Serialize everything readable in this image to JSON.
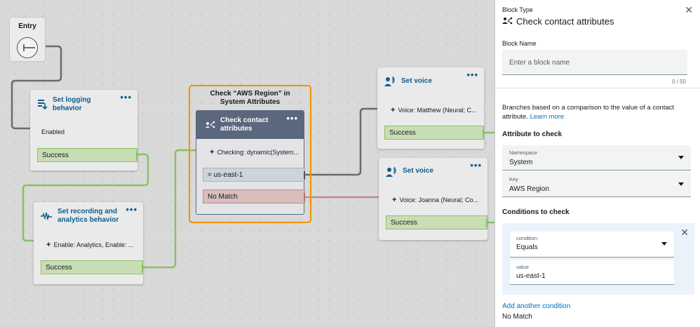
{
  "canvas": {
    "entry": {
      "label": "Entry"
    },
    "logging_block": {
      "title_line1": "Set logging",
      "title_line2": "behavior",
      "detail": "Enabled",
      "branch": "Success"
    },
    "recording_block": {
      "title_line1": "Set recording and",
      "title_line2": "analytics behavior",
      "detail": "Enable: Analytics, Enable: ...",
      "branch": "Success"
    },
    "highlight_caption_line1": "Check “AWS Region” in",
    "highlight_caption_line2": "System Attributes",
    "check_block": {
      "title_line1": "Check contact",
      "title_line2": "attributes",
      "detail": "Checking: dynamic(System...",
      "branch_equals": "= us-east-1",
      "branch_nomatch": "No Match"
    },
    "voice_block_1": {
      "title": "Set voice",
      "detail": "Voice: Matthew (Neural; C...",
      "branch": "Success"
    },
    "voice_block_2": {
      "title": "Set voice",
      "detail": "Voice: Joanna (Neural; Co...",
      "branch": "Success"
    },
    "kebab": "•••",
    "plus": "+"
  },
  "panel": {
    "block_type_label": "Block Type",
    "block_type_title": "Check contact attributes",
    "close_glyph": "✕",
    "block_name_label": "Block Name",
    "block_name_placeholder": "Enter a block name",
    "char_count": "0 / 50",
    "description": "Branches based on a comparison to the value of a contact attribute.",
    "learn_more": "Learn more",
    "attribute_heading": "Attribute to check",
    "namespace_label": "Namespace",
    "namespace_value": "System",
    "key_label": "Key",
    "key_value": "AWS Region",
    "conditions_heading": "Conditions to check",
    "condition_label": "condition",
    "condition_value": "Equals",
    "value_label": "value",
    "value_value": "us-east-1",
    "add_condition": "Add another condition",
    "no_match": "No Match"
  },
  "colors": {
    "success_wire": "#8cc063",
    "default_wire": "#6b6b6b",
    "nomatch_wire": "#c28a8a",
    "highlight": "#f39200",
    "link": "#0073bb"
  }
}
